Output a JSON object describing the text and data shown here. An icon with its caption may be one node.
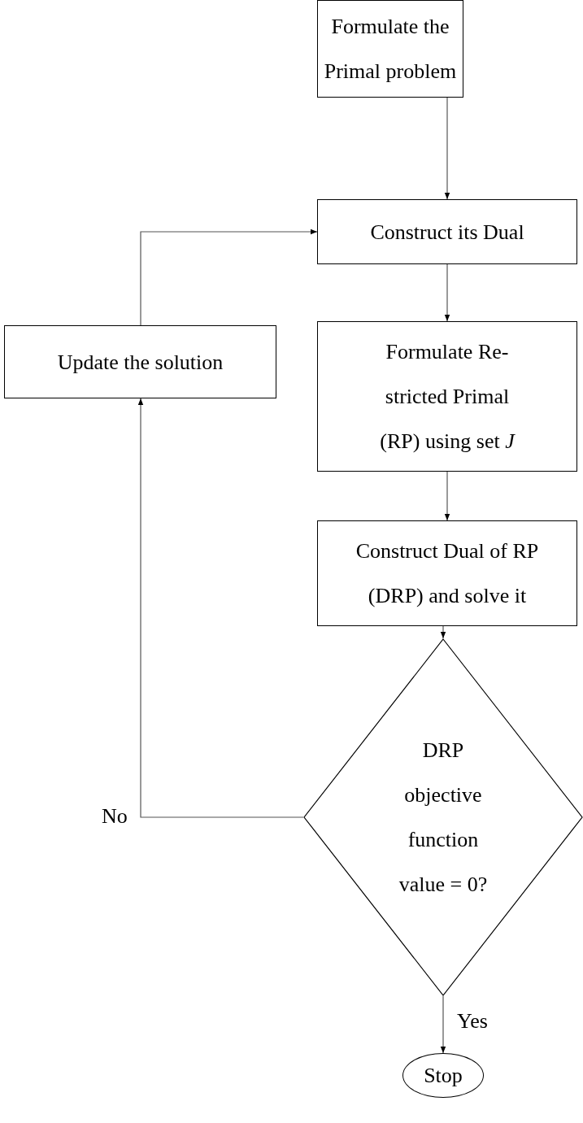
{
  "diagram": {
    "nodes": [
      {
        "text": [
          "Formulate the Primal problem"
        ]
      },
      {
        "text": [
          "Construct its Dual"
        ]
      },
      {
        "text": [
          "Update the solution"
        ]
      },
      {
        "text": [
          "Formulate Re- stricted Primal (RP) using set *J*"
        ]
      },
      {
        "text": [
          "Construct Dual of RP (DRP) and solve it"
        ]
      },
      {
        "text": [
          "DRP objective function value = 0?"
        ]
      },
      {
        "text": [
          "Stop"
        ]
      }
    ],
    "edges": [
      {
        "from": 0,
        "to": 1,
        "arrow": "to"
      },
      {
        "from": 1,
        "to": 3,
        "arrow": "to"
      },
      {
        "from": 3,
        "to": 4,
        "arrow": "to"
      },
      {
        "from": 4,
        "to": 5,
        "arrow": "to"
      },
      {
        "from": 5,
        "to": 6,
        "arrow": "to",
        "label": "Yes"
      },
      {
        "from": 5,
        "to": 2,
        "arrow": "to",
        "label": "No"
      },
      {
        "from": 2,
        "to": 1,
        "arrow": "to"
      }
    ]
  }
}
